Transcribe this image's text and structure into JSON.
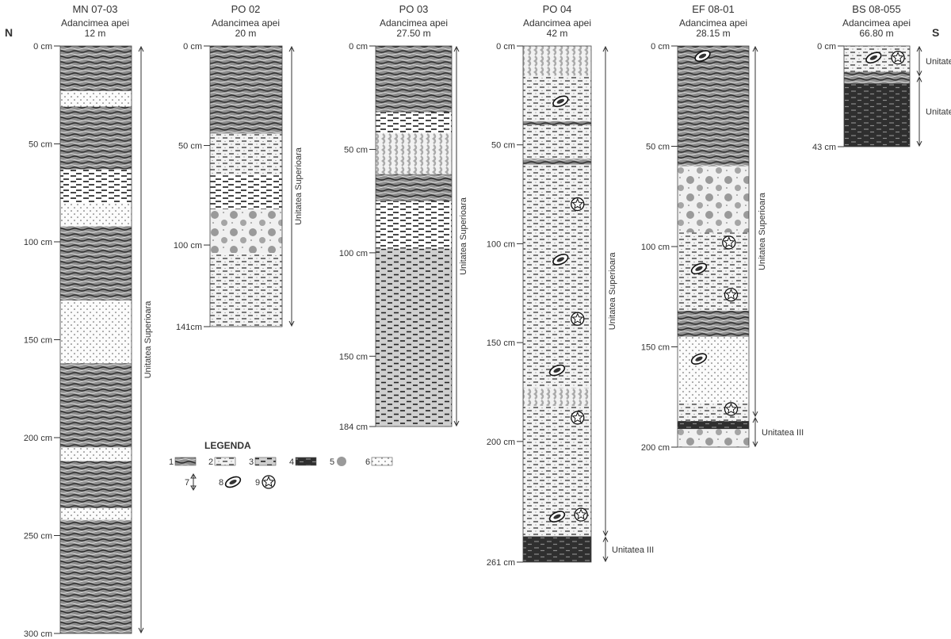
{
  "orientation": {
    "north": "N",
    "south": "S"
  },
  "columns": [
    {
      "id": "mn0703",
      "title": "MN 07-03",
      "depth_caption": "Adancimea apei",
      "water_depth": "12 m",
      "ticks": [
        {
          "label": "0 cm",
          "d": 0
        },
        {
          "label": "50 cm",
          "d": 50
        },
        {
          "label": "100 cm",
          "d": 100
        },
        {
          "label": "150 cm",
          "d": 150
        },
        {
          "label": "200 cm",
          "d": 200
        },
        {
          "label": "250 cm",
          "d": 250
        },
        {
          "label": "300 cm",
          "d": 300
        }
      ],
      "units": [
        {
          "label": "Unitatea Superioara",
          "from": 0,
          "to": 300
        }
      ],
      "layers": [
        {
          "from": 0,
          "to": 23,
          "type": "mud"
        },
        {
          "from": 23,
          "to": 31,
          "type": "sand"
        },
        {
          "from": 31,
          "to": 63,
          "type": "mud"
        },
        {
          "from": 63,
          "to": 80,
          "type": "laminated"
        },
        {
          "from": 80,
          "to": 92,
          "type": "sand"
        },
        {
          "from": 92,
          "to": 130,
          "type": "mud"
        },
        {
          "from": 130,
          "to": 162,
          "type": "sand"
        },
        {
          "from": 162,
          "to": 205,
          "type": "mud"
        },
        {
          "from": 205,
          "to": 212,
          "type": "sand"
        },
        {
          "from": 212,
          "to": 236,
          "type": "mud"
        },
        {
          "from": 236,
          "to": 242,
          "type": "sand"
        },
        {
          "from": 242,
          "to": 300,
          "type": "mud"
        }
      ],
      "symbols": []
    },
    {
      "id": "po02",
      "title": "PO 02",
      "depth_caption": "Adancimea apei",
      "water_depth": "20 m",
      "ticks": [
        {
          "label": "0 cm",
          "d": 0
        },
        {
          "label": "50 cm",
          "d": 50
        },
        {
          "label": "100 cm",
          "d": 100
        },
        {
          "label": "141cm",
          "d": 141
        }
      ],
      "units": [
        {
          "label": "Unitatea Superioara",
          "from": 0,
          "to": 141
        }
      ],
      "layers": [
        {
          "from": 0,
          "to": 44,
          "type": "mud"
        },
        {
          "from": 44,
          "to": 65,
          "type": "silt"
        },
        {
          "from": 65,
          "to": 82,
          "type": "laminated"
        },
        {
          "from": 82,
          "to": 104,
          "type": "concretion"
        },
        {
          "from": 104,
          "to": 141,
          "type": "silt"
        }
      ],
      "symbols": []
    },
    {
      "id": "po03",
      "title": "PO 03",
      "depth_caption": "Adancimea apei",
      "water_depth": "27.50 m",
      "ticks": [
        {
          "label": "0 cm",
          "d": 0
        },
        {
          "label": "50 cm",
          "d": 50
        },
        {
          "label": "100 cm",
          "d": 100
        },
        {
          "label": "150 cm",
          "d": 150
        },
        {
          "label": "184 cm",
          "d": 184
        }
      ],
      "units": [
        {
          "label": "Unitatea Superioara",
          "from": 0,
          "to": 184
        }
      ],
      "layers": [
        {
          "from": 0,
          "to": 32,
          "type": "mud"
        },
        {
          "from": 32,
          "to": 42,
          "type": "laminated"
        },
        {
          "from": 42,
          "to": 62,
          "type": "wavy"
        },
        {
          "from": 62,
          "to": 75,
          "type": "mud"
        },
        {
          "from": 75,
          "to": 98,
          "type": "laminated"
        },
        {
          "from": 98,
          "to": 184,
          "type": "grey"
        }
      ],
      "symbols": []
    },
    {
      "id": "po04",
      "title": "PO 04",
      "depth_caption": "Adancimea apei",
      "water_depth": "42 m",
      "ticks": [
        {
          "label": "0 cm",
          "d": 0
        },
        {
          "label": "50 cm",
          "d": 50
        },
        {
          "label": "100 cm",
          "d": 100
        },
        {
          "label": "150 cm",
          "d": 150
        },
        {
          "label": "200 cm",
          "d": 200
        },
        {
          "label": "261 cm",
          "d": 261
        }
      ],
      "units": [
        {
          "label": "Unitatea Superioara",
          "from": 0,
          "to": 248
        },
        {
          "label": "Unitatea III",
          "from": 248,
          "to": 261
        }
      ],
      "layers": [
        {
          "from": 0,
          "to": 15,
          "type": "wavy"
        },
        {
          "from": 15,
          "to": 38,
          "type": "silt"
        },
        {
          "from": 38,
          "to": 40,
          "type": "mud"
        },
        {
          "from": 40,
          "to": 57,
          "type": "silt"
        },
        {
          "from": 57,
          "to": 60,
          "type": "mud"
        },
        {
          "from": 60,
          "to": 173,
          "type": "silt"
        },
        {
          "from": 173,
          "to": 182,
          "type": "wavy"
        },
        {
          "from": 182,
          "to": 248,
          "type": "silt"
        },
        {
          "from": 248,
          "to": 261,
          "type": "dark"
        }
      ],
      "symbols": [
        {
          "type": "shell",
          "d": 28,
          "pos": 0.55
        },
        {
          "type": "flower",
          "d": 80,
          "pos": 0.8
        },
        {
          "type": "shell",
          "d": 108,
          "pos": 0.55
        },
        {
          "type": "flower",
          "d": 138,
          "pos": 0.8
        },
        {
          "type": "shell",
          "d": 164,
          "pos": 0.5
        },
        {
          "type": "flower",
          "d": 188,
          "pos": 0.8
        },
        {
          "type": "shell",
          "d": 238,
          "pos": 0.5
        },
        {
          "type": "flower",
          "d": 237,
          "pos": 0.85
        }
      ]
    },
    {
      "id": "ef0801",
      "title": "EF 08-01",
      "depth_caption": "Adancimea apei",
      "water_depth": "28.15 m",
      "ticks": [
        {
          "label": "0 cm",
          "d": 0
        },
        {
          "label": "50 cm",
          "d": 50
        },
        {
          "label": "100 cm",
          "d": 100
        },
        {
          "label": "150 cm",
          "d": 150
        },
        {
          "label": "200 cm",
          "d": 200
        }
      ],
      "units": [
        {
          "label": "Unitatea Superioara",
          "from": 0,
          "to": 185
        },
        {
          "label": "Unitatea III",
          "from": 185,
          "to": 200
        }
      ],
      "layers": [
        {
          "from": 0,
          "to": 60,
          "type": "mud"
        },
        {
          "from": 60,
          "to": 93,
          "type": "concretion"
        },
        {
          "from": 93,
          "to": 132,
          "type": "silt"
        },
        {
          "from": 132,
          "to": 145,
          "type": "mud"
        },
        {
          "from": 145,
          "to": 178,
          "type": "sand"
        },
        {
          "from": 178,
          "to": 187,
          "type": "silt"
        },
        {
          "from": 187,
          "to": 191,
          "type": "dark"
        },
        {
          "from": 191,
          "to": 200,
          "type": "concretion"
        }
      ],
      "symbols": [
        {
          "type": "shell",
          "d": 5,
          "pos": 0.35
        },
        {
          "type": "shell",
          "d": 111,
          "pos": 0.3
        },
        {
          "type": "flower",
          "d": 98,
          "pos": 0.72
        },
        {
          "type": "flower",
          "d": 124,
          "pos": 0.75
        },
        {
          "type": "shell",
          "d": 156,
          "pos": 0.3
        },
        {
          "type": "flower",
          "d": 181,
          "pos": 0.75
        }
      ]
    },
    {
      "id": "bs08055",
      "title": "BS 08-055",
      "depth_caption": "Adancimea apei",
      "water_depth": "66.80 m",
      "ticks": [
        {
          "label": "0 cm",
          "d": 0
        },
        {
          "label": "43 cm",
          "d": 43
        }
      ],
      "units": [
        {
          "label": "Unitatea Superioara",
          "from": 0,
          "to": 13
        },
        {
          "label": "Unitatea III",
          "from": 13,
          "to": 43
        }
      ],
      "layers": [
        {
          "from": 0,
          "to": 11,
          "type": "silt"
        },
        {
          "from": 11,
          "to": 16,
          "type": "mud"
        },
        {
          "from": 16,
          "to": 43,
          "type": "dark"
        }
      ],
      "symbols": [
        {
          "type": "shell",
          "d": 5,
          "pos": 0.45
        },
        {
          "type": "flower",
          "d": 5,
          "pos": 0.82
        }
      ]
    }
  ],
  "legend": {
    "title": "LEGENDA",
    "items": [
      {
        "num": "1",
        "type": "mud"
      },
      {
        "num": "2",
        "type": "silt"
      },
      {
        "num": "3",
        "type": "grey"
      },
      {
        "num": "4",
        "type": "dark"
      },
      {
        "num": "5",
        "type": "concretion"
      },
      {
        "num": "6",
        "type": "sand"
      },
      {
        "num": "7",
        "type": "arrow"
      },
      {
        "num": "8",
        "type": "shell"
      },
      {
        "num": "9",
        "type": "flower"
      }
    ]
  }
}
